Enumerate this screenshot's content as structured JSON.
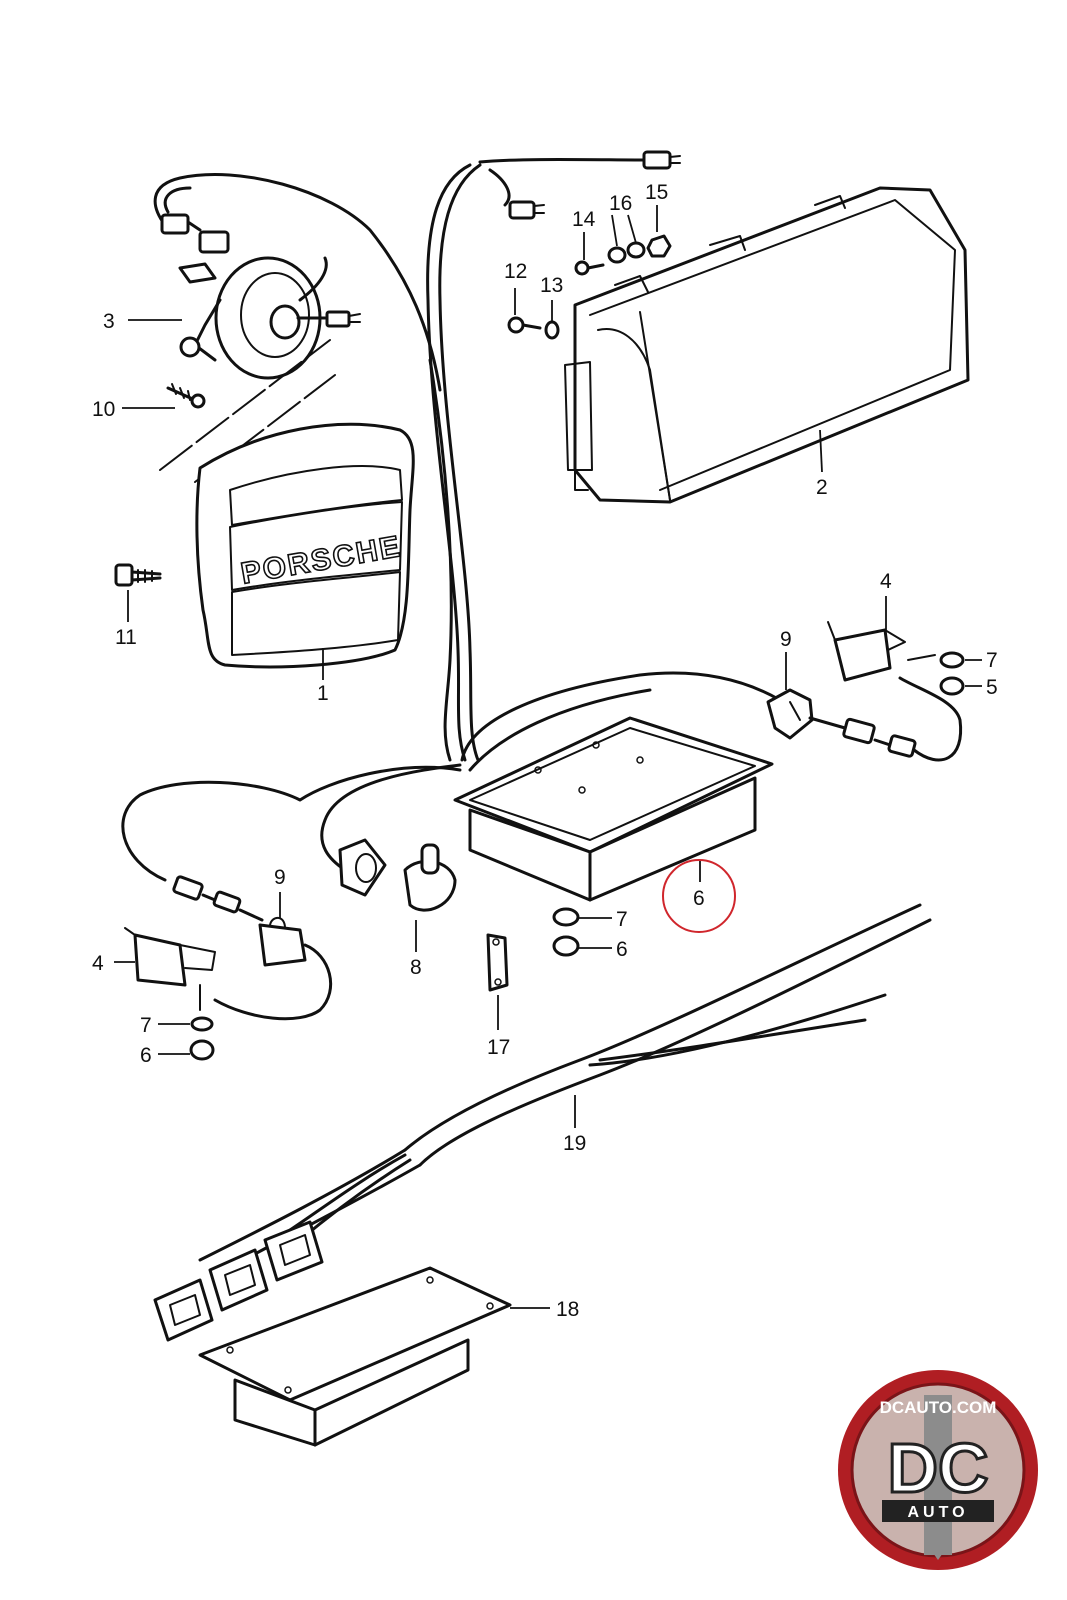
{
  "diagram": {
    "brand_text": "PORSCHE",
    "highlight_color": "#d0262c",
    "callouts": [
      {
        "id": "c1",
        "label": "1"
      },
      {
        "id": "c2",
        "label": "2"
      },
      {
        "id": "c3",
        "label": "3"
      },
      {
        "id": "c4a",
        "label": "4"
      },
      {
        "id": "c4b",
        "label": "4"
      },
      {
        "id": "c5",
        "label": "5"
      },
      {
        "id": "c6a",
        "label": "6"
      },
      {
        "id": "c6b",
        "label": "6"
      },
      {
        "id": "c6c",
        "label": "6"
      },
      {
        "id": "c7a",
        "label": "7"
      },
      {
        "id": "c7b",
        "label": "7"
      },
      {
        "id": "c7c",
        "label": "7"
      },
      {
        "id": "c8",
        "label": "8"
      },
      {
        "id": "c9a",
        "label": "9"
      },
      {
        "id": "c9b",
        "label": "9"
      },
      {
        "id": "c10",
        "label": "10"
      },
      {
        "id": "c11",
        "label": "11"
      },
      {
        "id": "c12",
        "label": "12"
      },
      {
        "id": "c13",
        "label": "13"
      },
      {
        "id": "c14",
        "label": "14"
      },
      {
        "id": "c15",
        "label": "15"
      },
      {
        "id": "c16",
        "label": "16"
      },
      {
        "id": "c17",
        "label": "17"
      },
      {
        "id": "c18",
        "label": "18"
      },
      {
        "id": "c19",
        "label": "19"
      }
    ]
  },
  "watermark": {
    "site_text": "DCAUTO.COM",
    "monogram": "DC",
    "sub_text": "AUTO",
    "colors": {
      "ring": "#b01e23",
      "stripe": "#8c8c8c"
    }
  }
}
